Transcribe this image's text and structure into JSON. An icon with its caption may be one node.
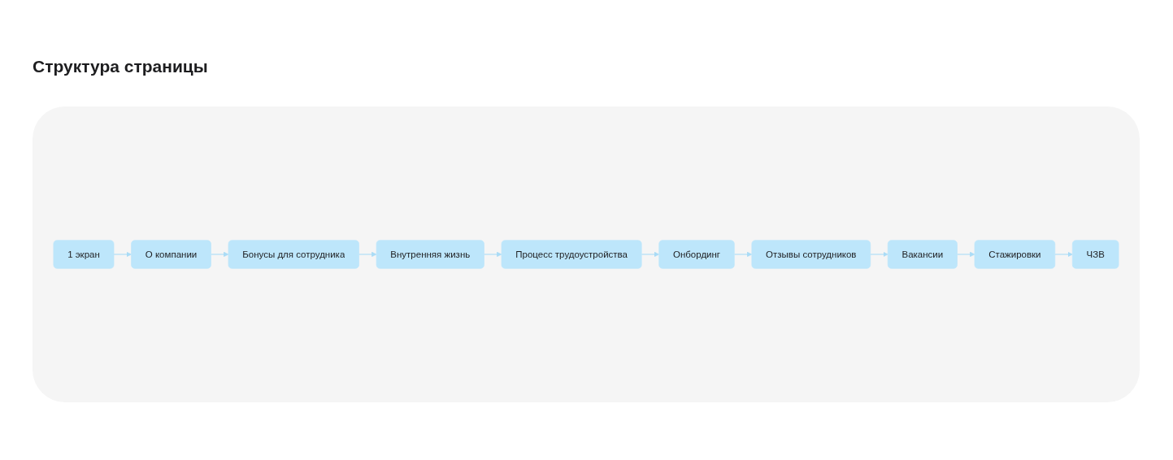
{
  "diagram": {
    "title": "Структура страницы",
    "nodes": [
      {
        "text": [
          "1 экран"
        ]
      },
      {
        "text": [
          "О компании"
        ]
      },
      {
        "text": [
          "Бонусы для сотрудника"
        ]
      },
      {
        "text": [
          "Внутренняя жизнь"
        ]
      },
      {
        "text": [
          "Процесс трудоустройства"
        ]
      },
      {
        "text": [
          "Онбординг"
        ]
      },
      {
        "text": [
          "Отзывы сотрудников"
        ]
      },
      {
        "text": [
          "Вакансии"
        ]
      },
      {
        "text": [
          "Стажировки"
        ]
      },
      {
        "text": [
          "ЧЗВ"
        ]
      }
    ],
    "edges": [
      {
        "from": 0,
        "to": 1,
        "arrow": "to"
      },
      {
        "from": 1,
        "to": 2,
        "arrow": "to"
      },
      {
        "from": 2,
        "to": 3,
        "arrow": "to"
      },
      {
        "from": 3,
        "to": 4,
        "arrow": "to"
      },
      {
        "from": 4,
        "to": 5,
        "arrow": "to"
      },
      {
        "from": 5,
        "to": 6,
        "arrow": "to"
      },
      {
        "from": 6,
        "to": 7,
        "arrow": "to"
      },
      {
        "from": 7,
        "to": 8,
        "arrow": "to"
      },
      {
        "from": 8,
        "to": 9,
        "arrow": "to"
      }
    ]
  }
}
